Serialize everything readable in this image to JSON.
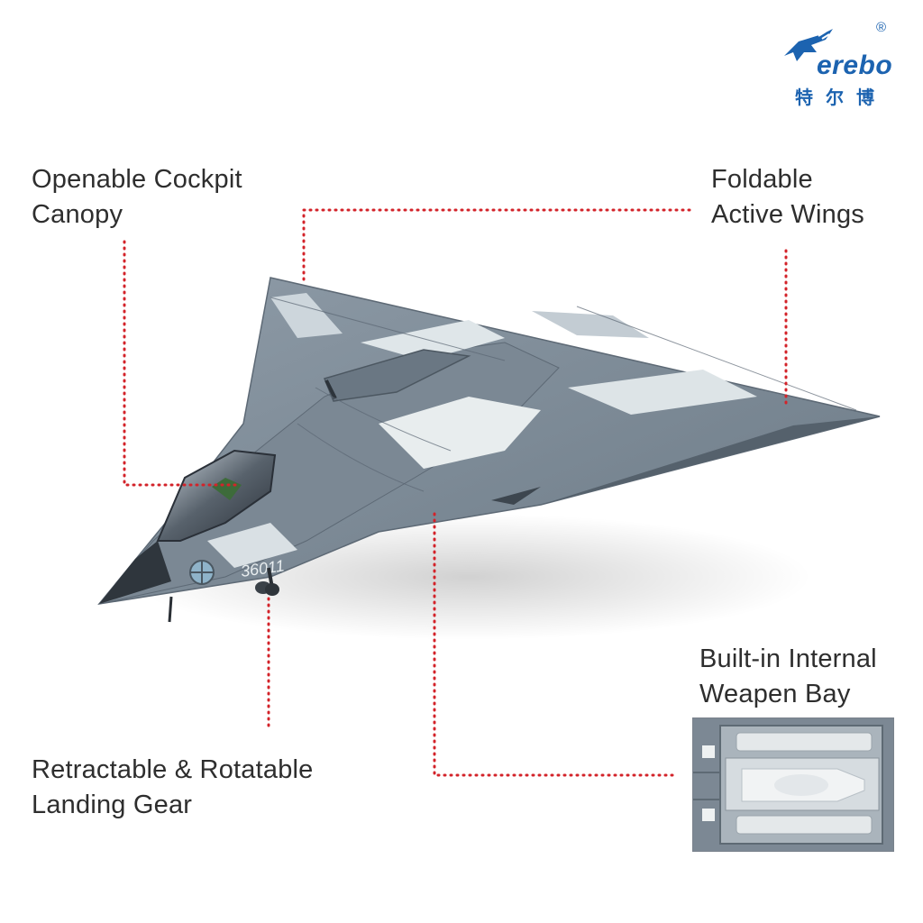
{
  "brand": {
    "logo_word": "erebo",
    "logo_cn": "特尔博",
    "registered_mark": "®",
    "color": "#1c63b0"
  },
  "callouts": {
    "cockpit": {
      "line1": "Openable Cockpit",
      "line2": "Canopy"
    },
    "wings": {
      "line1": "Foldable",
      "line2": "Active Wings"
    },
    "gear": {
      "line1": "Retractable & Rotatable",
      "line2": "Landing Gear"
    },
    "bay": {
      "line1": "Built-in Internal",
      "line2": "Weapen Bay"
    }
  },
  "aircraft": {
    "tail_number": "36011",
    "camouflage_colors": [
      "#6f7c88",
      "#8d9aa6",
      "#c7d0d6",
      "#e9eeef"
    ]
  },
  "leader_line_color": "#d3232a"
}
